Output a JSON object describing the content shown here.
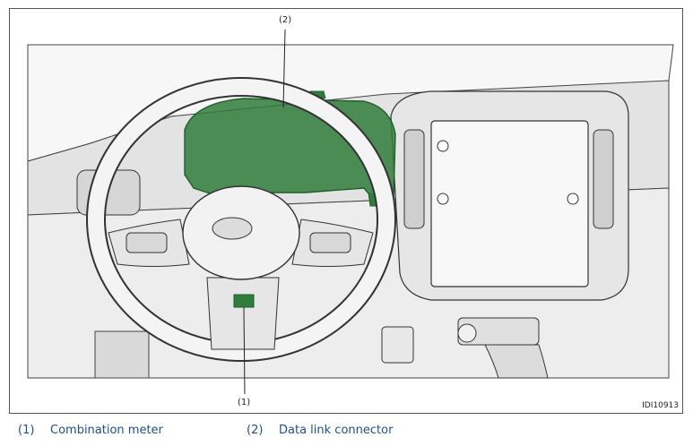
{
  "figure": {
    "callouts": [
      {
        "id": "callout-1",
        "label": "(1)"
      },
      {
        "id": "callout-2",
        "label": "(2)"
      }
    ],
    "figure_id": "IDI10913",
    "colors": {
      "highlight": "#2f7d3a",
      "highlight_dark": "#1f5e29",
      "line": "#333333",
      "fill_light": "#f2f2f2",
      "fill_mid": "#dcdcdc"
    }
  },
  "legend": {
    "items": [
      {
        "num": "(1)",
        "text": "Combination meter"
      },
      {
        "num": "(2)",
        "text": "Data link connector"
      }
    ]
  }
}
